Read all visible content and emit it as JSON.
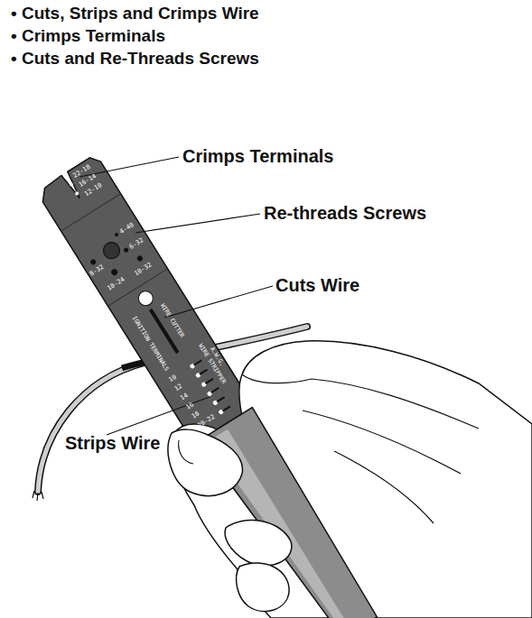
{
  "diagram": {
    "labels": [
      "• Cuts, Strips and Crimps Wire",
      "• Crimps Terminals",
      "• Cuts and Re-Threads Screws",
      "Crimps Terminals",
      "Re-threads Screws",
      "Cuts Wire",
      "Strips Wire",
      "22-18",
      "16-14",
      "12-10",
      "4-40",
      "6-32",
      "8-32",
      "10-24",
      "10-32",
      "IGNITION TERMINALS",
      "WIRE CUTTER",
      "WIRE STRIPPER",
      "A.W.G.",
      "10",
      "12",
      "14",
      "16",
      "18",
      "20-22"
    ]
  }
}
